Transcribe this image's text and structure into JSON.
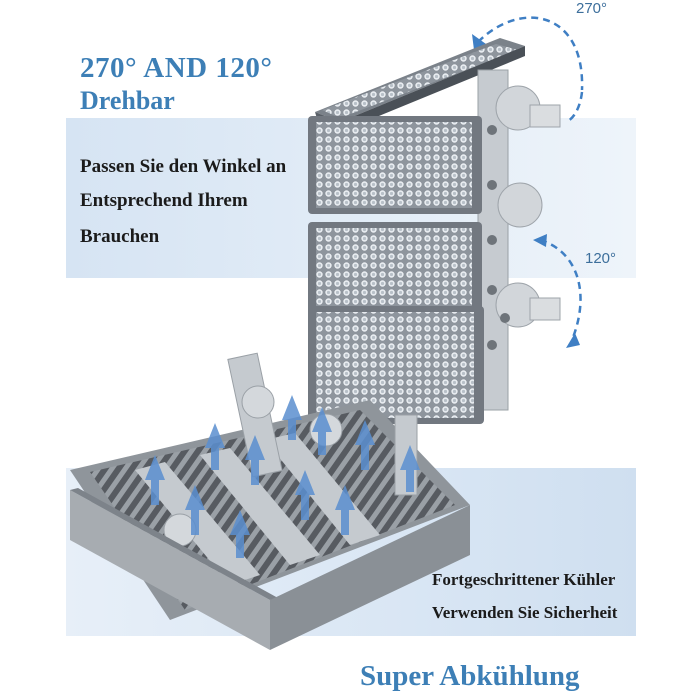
{
  "headline": {
    "line1": "270°  AND 120°",
    "line2": "Drehbar"
  },
  "adjust_text": [
    "Passen Sie den Winkel an",
    "Entsprechend Ihrem",
    "Brauchen"
  ],
  "angles": {
    "rotate_top": "270°",
    "rotate_side": "120°"
  },
  "cooling_text": [
    "Fortgeschrittener Kühler",
    "Verwenden Sie Sicherheit"
  ],
  "footer_title": "Super Abkühlung",
  "colors": {
    "accent": "#3d7fb6",
    "band": "#dce8f5",
    "housing": "#b9bec4",
    "fins": "#5d6168",
    "airflow": "#5b8fd0"
  }
}
